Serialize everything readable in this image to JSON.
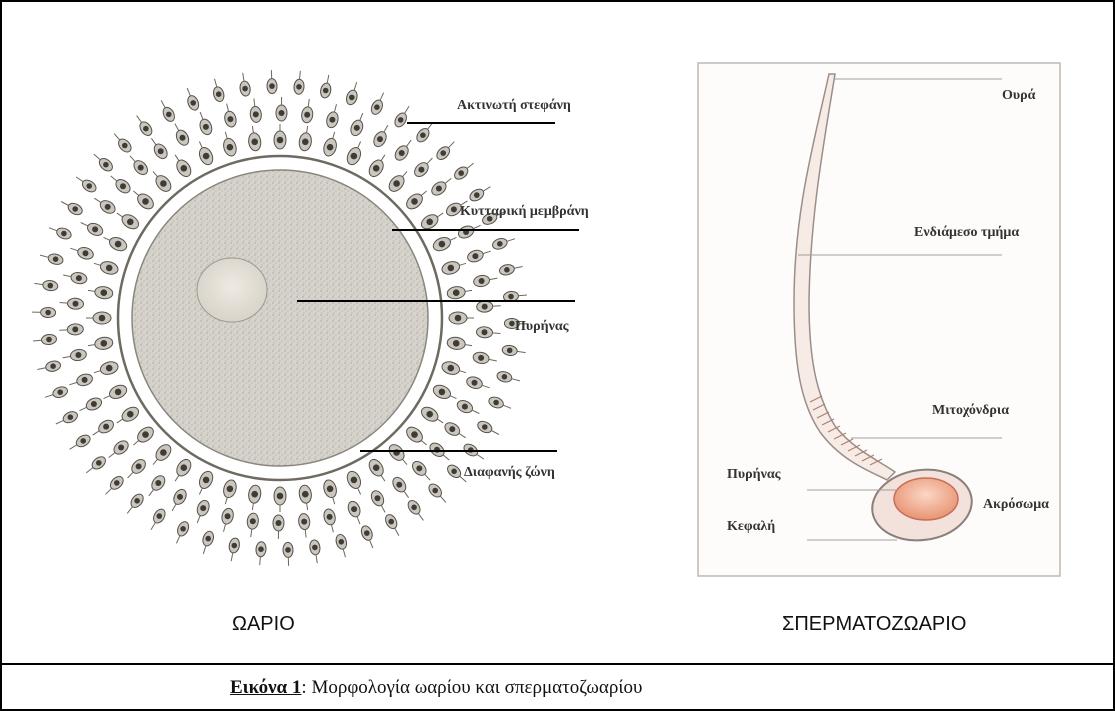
{
  "ovum": {
    "title": "ΩΑΡΙΟ",
    "labels": {
      "corona": "Ακτινωτή στεφάνη",
      "membrane": "Κυτταρική μεμβράνη",
      "nucleus": "Πυρήνας",
      "zona": "Διαφανής ζώνη"
    }
  },
  "sperm": {
    "title": "ΣΠΕΡΜΑΤΟΖΩΑΡΙΟ",
    "labels": {
      "tail": "Ουρά",
      "midpiece": "Ενδιάμεσο τμήμα",
      "mitochondria": "Μιτοχόνδρια",
      "nucleus": "Πυρήνας",
      "acrosome": "Ακρόσωμα",
      "head": "Κεφαλή"
    }
  },
  "caption": {
    "figure": "Εικόνα 1",
    "text": ": Μορφολογία ωαρίου και σπερματοζωαρίου"
  }
}
